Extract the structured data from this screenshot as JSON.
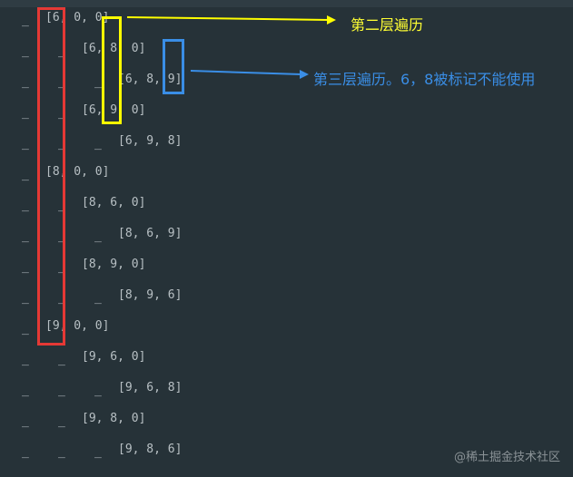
{
  "lines": [
    {
      "level": 1,
      "text": "[6, 0, 0]"
    },
    {
      "level": 2,
      "text": "[6, 8, 0]"
    },
    {
      "level": 3,
      "text": "[6, 8, 9]"
    },
    {
      "level": 2,
      "text": "[6, 9, 0]"
    },
    {
      "level": 3,
      "text": "[6, 9, 8]"
    },
    {
      "level": 1,
      "text": "[8, 0, 0]"
    },
    {
      "level": 2,
      "text": "[8, 6, 0]"
    },
    {
      "level": 3,
      "text": "[8, 6, 9]"
    },
    {
      "level": 2,
      "text": "[8, 9, 0]"
    },
    {
      "level": 3,
      "text": "[8, 9, 6]"
    },
    {
      "level": 1,
      "text": "[9, 0, 0]"
    },
    {
      "level": 2,
      "text": "[9, 6, 0]"
    },
    {
      "level": 3,
      "text": "[9, 6, 8]"
    },
    {
      "level": 2,
      "text": "[9, 8, 0]"
    },
    {
      "level": 3,
      "text": "[9, 8, 6]"
    }
  ],
  "indent_marker": "_",
  "annotations": {
    "second_level": "第二层遍历",
    "third_level": "第三层遍历。6，8被标记不能使用"
  },
  "colors": {
    "background": "#263238",
    "red": "#e53935",
    "yellow": "#ffff00",
    "blue": "#3a8ee6"
  },
  "watermark": "@稀土掘金技术社区"
}
